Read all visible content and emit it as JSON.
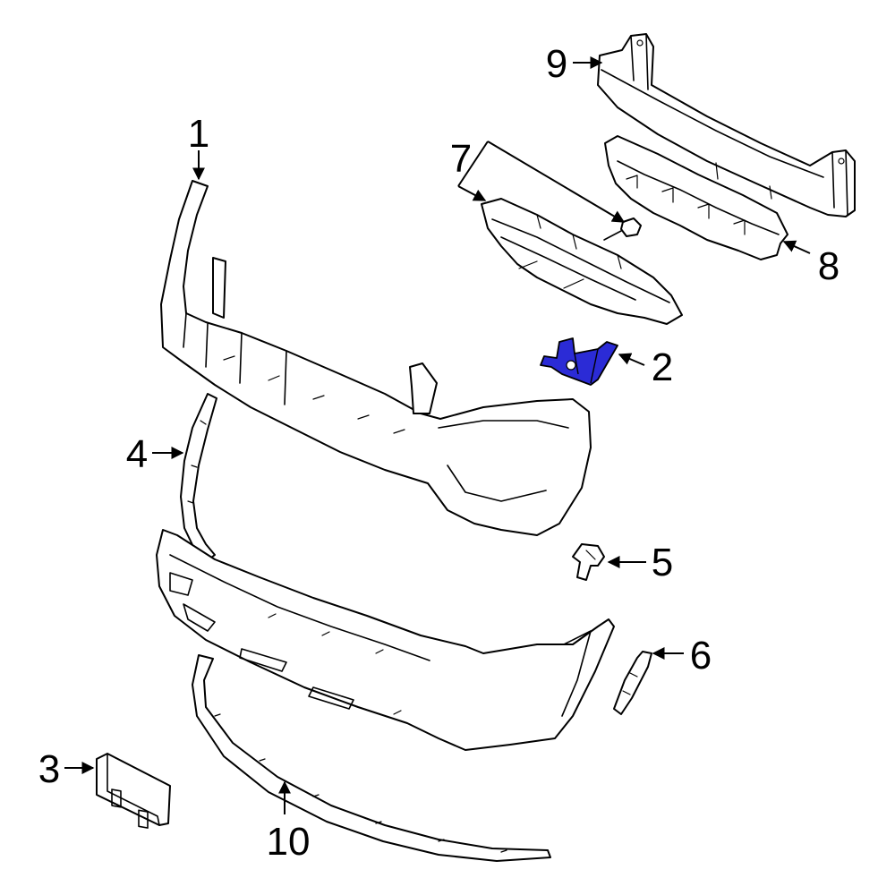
{
  "colors": {
    "line": "#000000",
    "background": "#ffffff",
    "highlight": "#2b2bd6"
  },
  "callouts": [
    {
      "id": "1",
      "label": "1"
    },
    {
      "id": "2",
      "label": "2"
    },
    {
      "id": "3",
      "label": "3"
    },
    {
      "id": "4",
      "label": "4"
    },
    {
      "id": "5",
      "label": "5"
    },
    {
      "id": "6",
      "label": "6"
    },
    {
      "id": "7",
      "label": "7"
    },
    {
      "id": "8",
      "label": "8"
    },
    {
      "id": "9",
      "label": "9"
    },
    {
      "id": "10",
      "label": "10"
    }
  ],
  "highlighted_part": "2"
}
